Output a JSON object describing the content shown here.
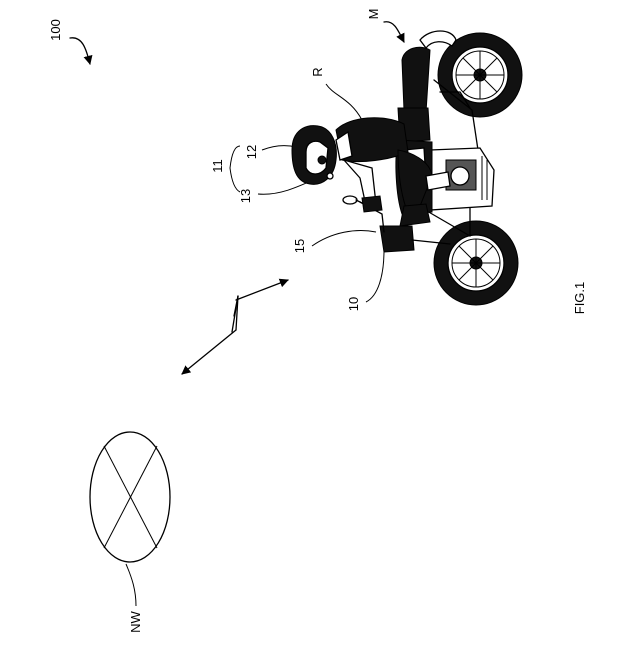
{
  "labels": {
    "system": "100",
    "motorcycle": "M",
    "rider": "R",
    "helmet_device": "11",
    "helmet_part_12": "12",
    "helmet_part_13": "13",
    "handlebar_device": "15",
    "vehicle_device": "10",
    "network": "NW",
    "figure": "FIG.1"
  }
}
